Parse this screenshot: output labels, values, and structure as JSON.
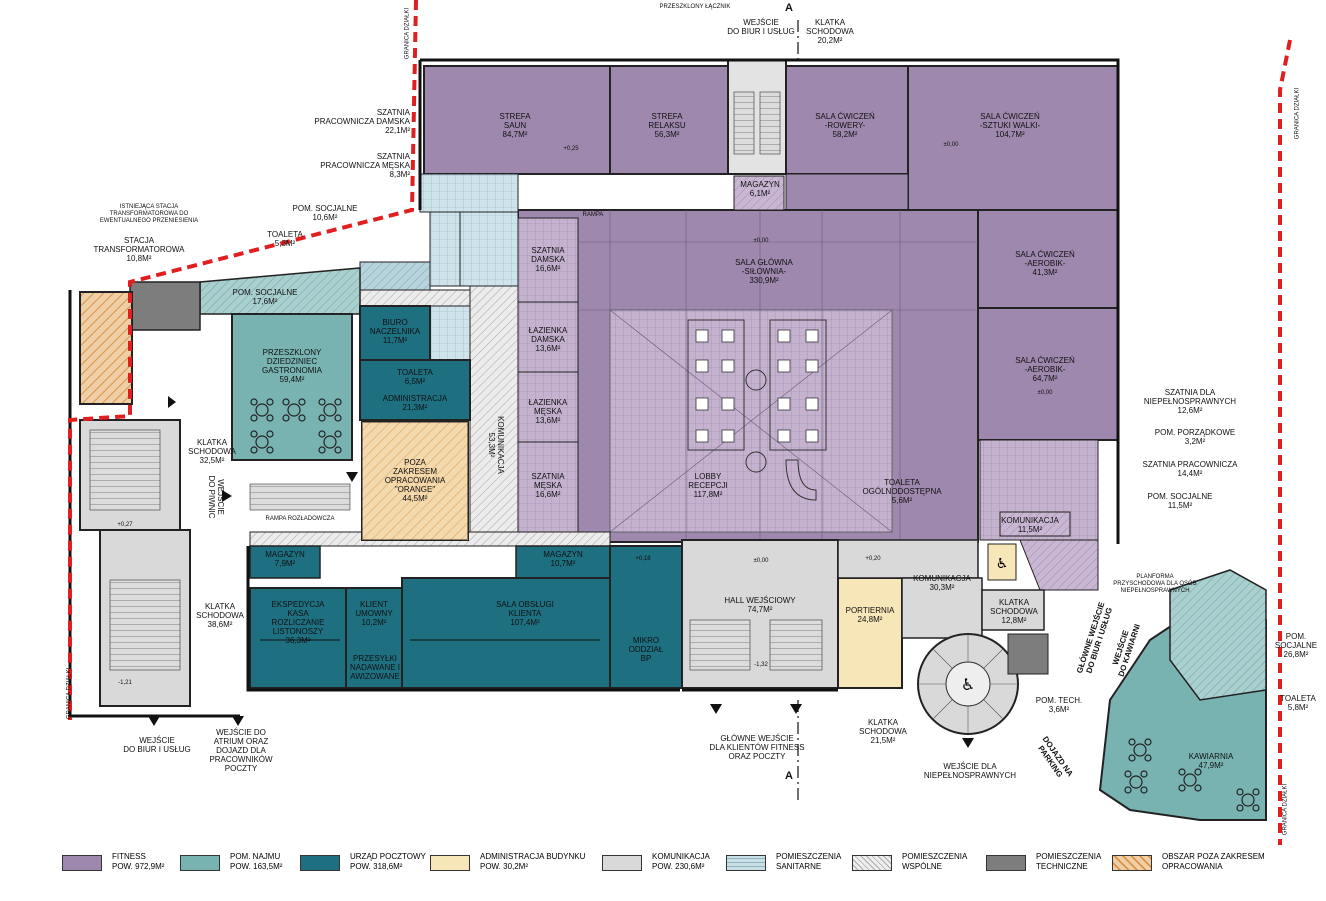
{
  "colors": {
    "fitness": "#9f88ae",
    "rent": "#78b3b2",
    "post": "#1e6f80",
    "admin": "#f7e6b8",
    "comm": "#d9d9d9",
    "sanitary": "#c9dfe6",
    "common": "#e7e7e7",
    "tech": "#7d7d7d",
    "outside": "#e6b480",
    "boundary": "#e02020"
  },
  "header": {
    "connector": "PRZESZKLONY ŁĄCZNIK",
    "entrance_top": "WEJŚCIE\nDO BIUR I USŁUG",
    "stair_top": "KLATKA\nSCHODOWA\n20,2m²"
  },
  "rooms": {
    "sauna": "STREFA\nSAUN\n84,7m²",
    "relax": "STREFA\nRELAKSU\n56,3m²",
    "bikes": "SALA ĆWICZEŃ\n-ROWERY-\n58,2m²",
    "martial": "SALA ĆWICZEŃ\n-SZTUKI WALKI-\n104,7m²",
    "storage_top": "MAGAZYN\n6,1m²",
    "gym": "SALA GŁÓWNA\n-SIŁOWNIA-\n330,9m²",
    "aerobic1": "SALA ĆWICZEŃ\n-AEROBIK-\n41,3m²",
    "aerobic2": "SALA ĆWICZEŃ\n-AEROBIK-\n64,7m²",
    "locker_f": "SZATNIA\nDAMSKA\n16,6m²",
    "bath_f": "ŁAZIENKA\nDAMSKA\n13,6m²",
    "bath_m": "ŁAZIENKA\nMĘSKA\n13,6m²",
    "locker_m": "SZATNIA\nMĘSKA\n16,6m²",
    "lobby": "LOBBY\nRECEPCJI\n117,8m²",
    "public_wc": "TOALETA\nOGÓLNODOSTĘPNA\n5,6m²",
    "communication_right": "KOMUNIKACJA\n11,5m²",
    "courtyard": "PRZESZKLONY\nDZIEDZINIEC\nGASTRONOMIA\n59,4m²",
    "social_left": "POM. SOCJALNE\n17,6m²",
    "chief": "BIURO\nNACZELNIKA\n11,7m²",
    "wc_post": "TOALETA\n6,5m²",
    "administration": "ADMINISTRACJA\n21,3m²",
    "orange": "POZA\nZAKRESEM\nOPRACOWANIA\n\"ORANGE\"\n44,5m²",
    "comm_vertical": "KOMUNIKACJA\n53,3m²",
    "storage_left": "MAGAZYN\n7,9m²",
    "storage_mid": "MAGAZYN\n10,7m²",
    "expedition": "EKSPEDYCJA\nKASA\nROZLICZANIE\nLISTONOSZY\n36,3m²",
    "client": "KLIENT\nUMOWNY\n10,2m²",
    "parcels": "PRZESYŁKI\nNADAWANE I\nAWIZOWANE",
    "service": "SALA OBSŁUGI\nKLIENTA\n107,4m²",
    "micro": "MIKRO\nODDZIAŁ\nBP",
    "hall": "HALL WEJŚCIOWY\n74,7m²",
    "porter": "PORTIERNIA\n24,8m²",
    "comm_mid": "KOMUNIKACJA\n30,3m²",
    "stair_mid": "KLATKA\nSCHODOWA\n12,8m²",
    "cafe": "KAWIARNIA\n47,9m²",
    "stair_left": "KLATKA\nSCHODOWA\n32,5m²",
    "stair_bottom_left": "KLATKA\nSCHODOWA\n38,6m²",
    "basement": "WEJŚCIE\nDO PIWNIC",
    "ramp": "RAMPA ROZŁADOWCZA"
  },
  "callouts": {
    "locker_staff_f": "SZATNIA\nPRACOWNICZA DAMSKA\n22,1m²",
    "locker_staff_m": "SZATNIA\nPRACOWNICZA MĘSKA\n8,3m²",
    "social_top": "POM. SOCJALNE\n10,6m²",
    "wc_top": "TOALETA\n5,3m²",
    "transformer": "STACJA\nTRANSFORMATOROWA\n10,8m²",
    "transformer_existing": "ISTNIEJĄCA STACJA\nTRANSFORMATOROWA DO\nEWENTUALNEGO PRZENIESIENIA",
    "disabled_locker": "SZATNIA DLA\nNIEPEŁNOSPRAWNYCH\n12,6m²",
    "cleaning": "POM. PORZĄDKOWE\n3,2m²",
    "staff_locker": "SZATNIA PRACOWNICZA\n14,4m²",
    "social_right": "POM. SOCJALNE\n11,5m²",
    "platform": "PLANFORMA\nPRZYSCHODOWA DLA OSÓB\nNIEPEŁNOSPRAWNYCH",
    "social_far": "POM.\nSOCJALNE\n26,8m²",
    "wc_far": "TOALETA\n5,8m²",
    "tech": "POM. TECH.\n3,6m²",
    "stair_round": "KLATKA\nSCHODOWA\n21,5m²",
    "main_entrance_fitness": "GŁÓWNE WEJŚCIE\nDLA KLIENTÓW FITNESS\nORAZ POCZTY",
    "entrance_disabled": "WEJŚCIE DLA\nNIEPEŁNOSPRAWNYCH",
    "parking": "DOJAZD NA\nPARKING",
    "main_entrance_offices": "GŁÓWNE WEJŚCIE\nDO BIUR I USŁUG",
    "entrance_cafe": "WEJŚCIE\nDO KAWIARNI",
    "entrance_bottom_left": "WEJŚCIE\nDO BIUR I USŁUG",
    "atrium": "WEJŚCIE DO\nATRIUM ORAZ\nDOJAZD DLA\nPRACOWNIKÓW\nPOCZTY",
    "boundary": "GRANICA DZIAŁKI"
  },
  "levels": {
    "sauna": "+0,25",
    "martial": "±0,00",
    "gym": "±0,00",
    "aerobic": "±0,00",
    "left": "+0,27",
    "left_low": "-1,21",
    "hall": "±0,00",
    "hall_low": "-1,32",
    "micro": "+0,18",
    "comm": "+0,20",
    "ramp": "RAMPA"
  },
  "section_marker": "A",
  "legend": [
    {
      "key": "fitness",
      "line1": "FITNESS",
      "line2": "POW. 972,9m²"
    },
    {
      "key": "rent",
      "line1": "POM. NAJMU",
      "line2": "POW. 163,5m²"
    },
    {
      "key": "post",
      "line1": "URZĄD POCZTOWY",
      "line2": "POW. 318,6m²"
    },
    {
      "key": "admin",
      "line1": "ADMINISTRACJA BUDYNKU",
      "line2": "POW. 30,2m²"
    },
    {
      "key": "comm",
      "line1": "KOMUNIKACJA",
      "line2": "POW. 230,6m²"
    },
    {
      "key": "sanitary",
      "line1": "POMIESZCZENIA",
      "line2": "SANITARNE"
    },
    {
      "key": "common",
      "line1": "POMIESZCZENIA",
      "line2": "WSPÓLNE"
    },
    {
      "key": "tech",
      "line1": "POMIESZCZENIA",
      "line2": "TECHNICZNE"
    },
    {
      "key": "outside",
      "line1": "OBSZAR POZA ZAKRESEM",
      "line2": "OPRACOWANIA"
    }
  ]
}
